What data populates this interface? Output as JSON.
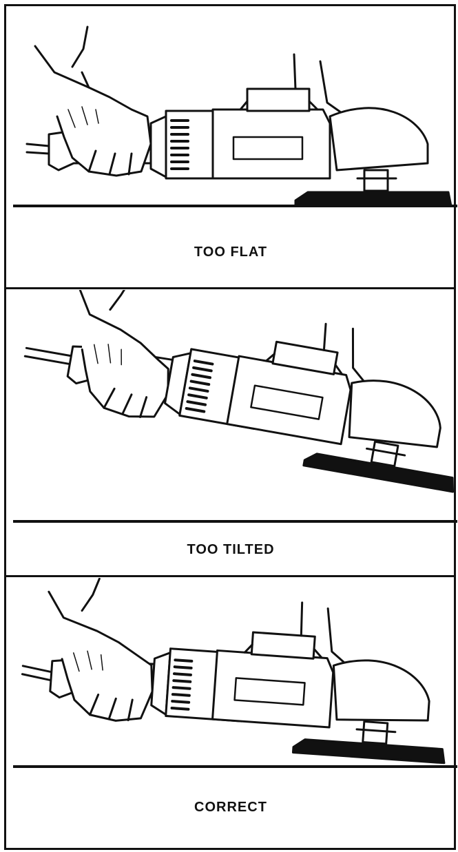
{
  "figure": {
    "panels": [
      {
        "caption": "TOO FLAT"
      },
      {
        "caption": "TOO TILTED"
      },
      {
        "caption": "CORRECT"
      }
    ]
  }
}
